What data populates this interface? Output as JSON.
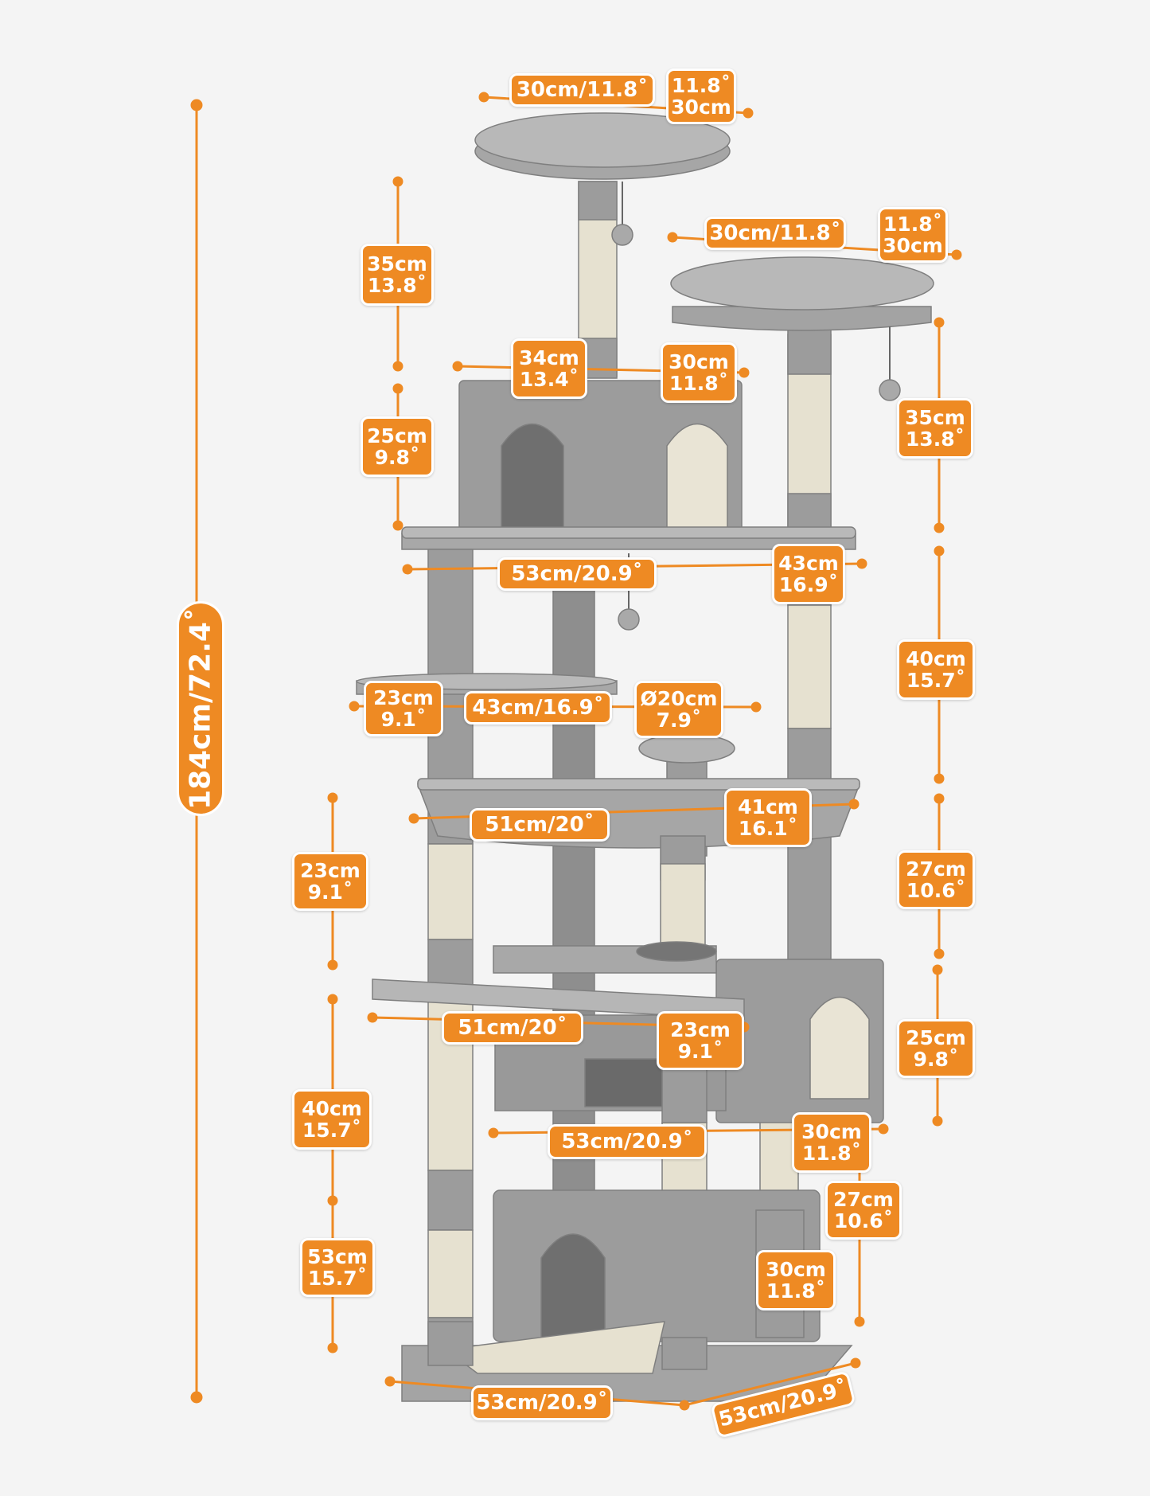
{
  "total_height": "184cm/72.4˚",
  "labels": {
    "top_width": "30cm/11.8˚",
    "top_depth_a": "11.8˚",
    "top_depth_b": "30cm",
    "right_width": "30cm/11.8˚",
    "right_depth_a": "11.8˚",
    "right_depth_b": "30cm",
    "top_post_a": "35cm",
    "top_post_b": "13.8˚",
    "condo_w_a": "34cm",
    "condo_w_b": "13.4˚",
    "condo_d_a": "30cm",
    "condo_d_b": "11.8˚",
    "condo_h_a": "25cm",
    "condo_h_b": "9.8˚",
    "right_post_a": "35cm",
    "right_post_b": "13.8˚",
    "deck1_w": "53cm/20.9˚",
    "deck1_d_a": "43cm",
    "deck1_d_b": "16.9˚",
    "level_a": "40cm",
    "level_b": "15.7˚",
    "plat_a": "23cm",
    "plat_b": "9.1˚",
    "plat_w": "43cm/16.9˚",
    "round_a": "Ø20cm",
    "round_b": "7.9˚",
    "hammock_w": "51cm/20˚",
    "hammock_d_a": "41cm",
    "hammock_d_b": "16.1˚",
    "left_gap_a": "23cm",
    "left_gap_b": "9.1˚",
    "right_gap_a": "27cm",
    "right_gap_b": "10.6˚",
    "deck2_w": "51cm/20˚",
    "deck2_d_a": "23cm",
    "deck2_d_b": "9.1˚",
    "box_h_a": "25cm",
    "box_h_b": "9.8˚",
    "lower_a": "40cm",
    "lower_b": "15.7˚",
    "deck3_w": "53cm/20.9˚",
    "deck3_d_a": "30cm",
    "deck3_d_b": "11.8˚",
    "basepost_a": "27cm",
    "basepost_b": "10.6˚",
    "bottom_a": "53cm",
    "bottom_b": "15.7˚",
    "basebox_a": "30cm",
    "basebox_b": "11.8˚",
    "base_w": "53cm/20.9˚",
    "base_d": "53cm/20.9˚"
  },
  "colors": {
    "accent": "#ee8a23",
    "plush": "#9c9c9c",
    "plush_light": "#b3b3b3",
    "plush_dark": "#868686",
    "sisal": "#e6e1d0",
    "background": "#f4f4f4"
  }
}
